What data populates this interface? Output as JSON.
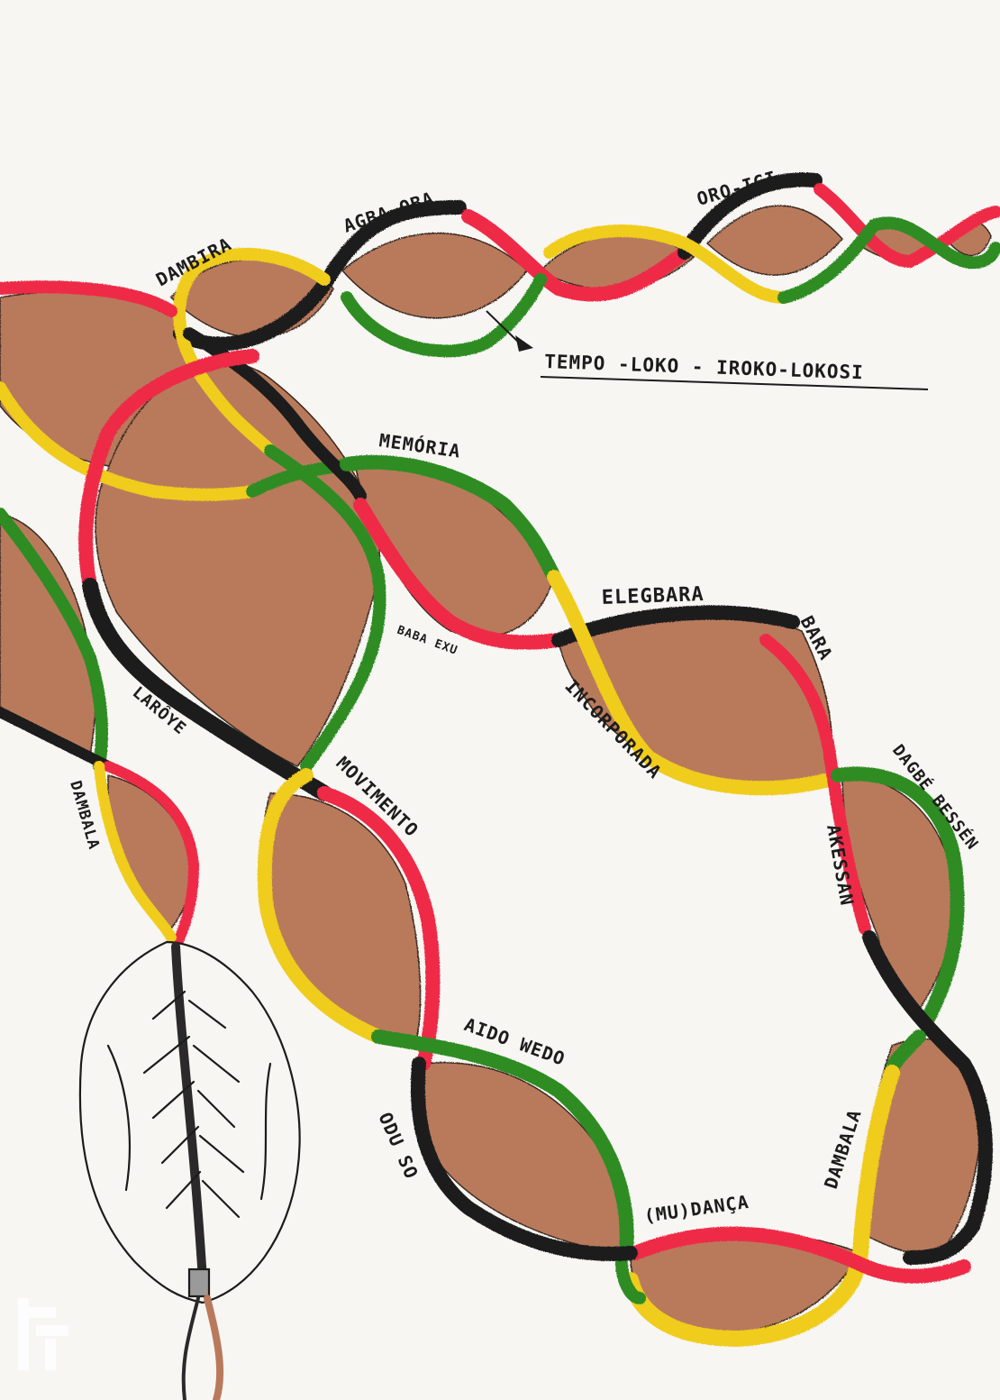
{
  "colors": {
    "red": "#ee2a46",
    "black": "#1e1e1e",
    "green": "#2e8c24",
    "yellow": "#f0cc1c",
    "fill": "#b97a5c",
    "paper": "#f7f6f3"
  },
  "labels": {
    "dambira": "DAMBIRA",
    "agba_oba": "AGBA OBA",
    "oro_igi": "ORO-IGI",
    "tempo": "TEMPO -LOKO - IROKO-LOKOSI",
    "memoria": "MEMÓRIA",
    "elegbara": "ELEGBARA",
    "bara": "BARA",
    "baba_exu": "BABA EXU",
    "incorporada": "INCORPORADA",
    "laroye": "LARÔYE",
    "dambala_left": "DAMBALA",
    "movimento": "MOVIMENTO",
    "dagbe_bessen": "DAGBÉ BESSÉN",
    "akessan": "AKESSAN",
    "aido_wedo": "AIDO WEDO",
    "oduso": "ODU SO",
    "mudanca": "(MU)DANÇA",
    "dambala_right": "DAMBALA"
  },
  "icons": {
    "arrow": "arrow-right-icon",
    "seed": "cowrie-seed-icon",
    "watermark": "watermark-icon"
  }
}
